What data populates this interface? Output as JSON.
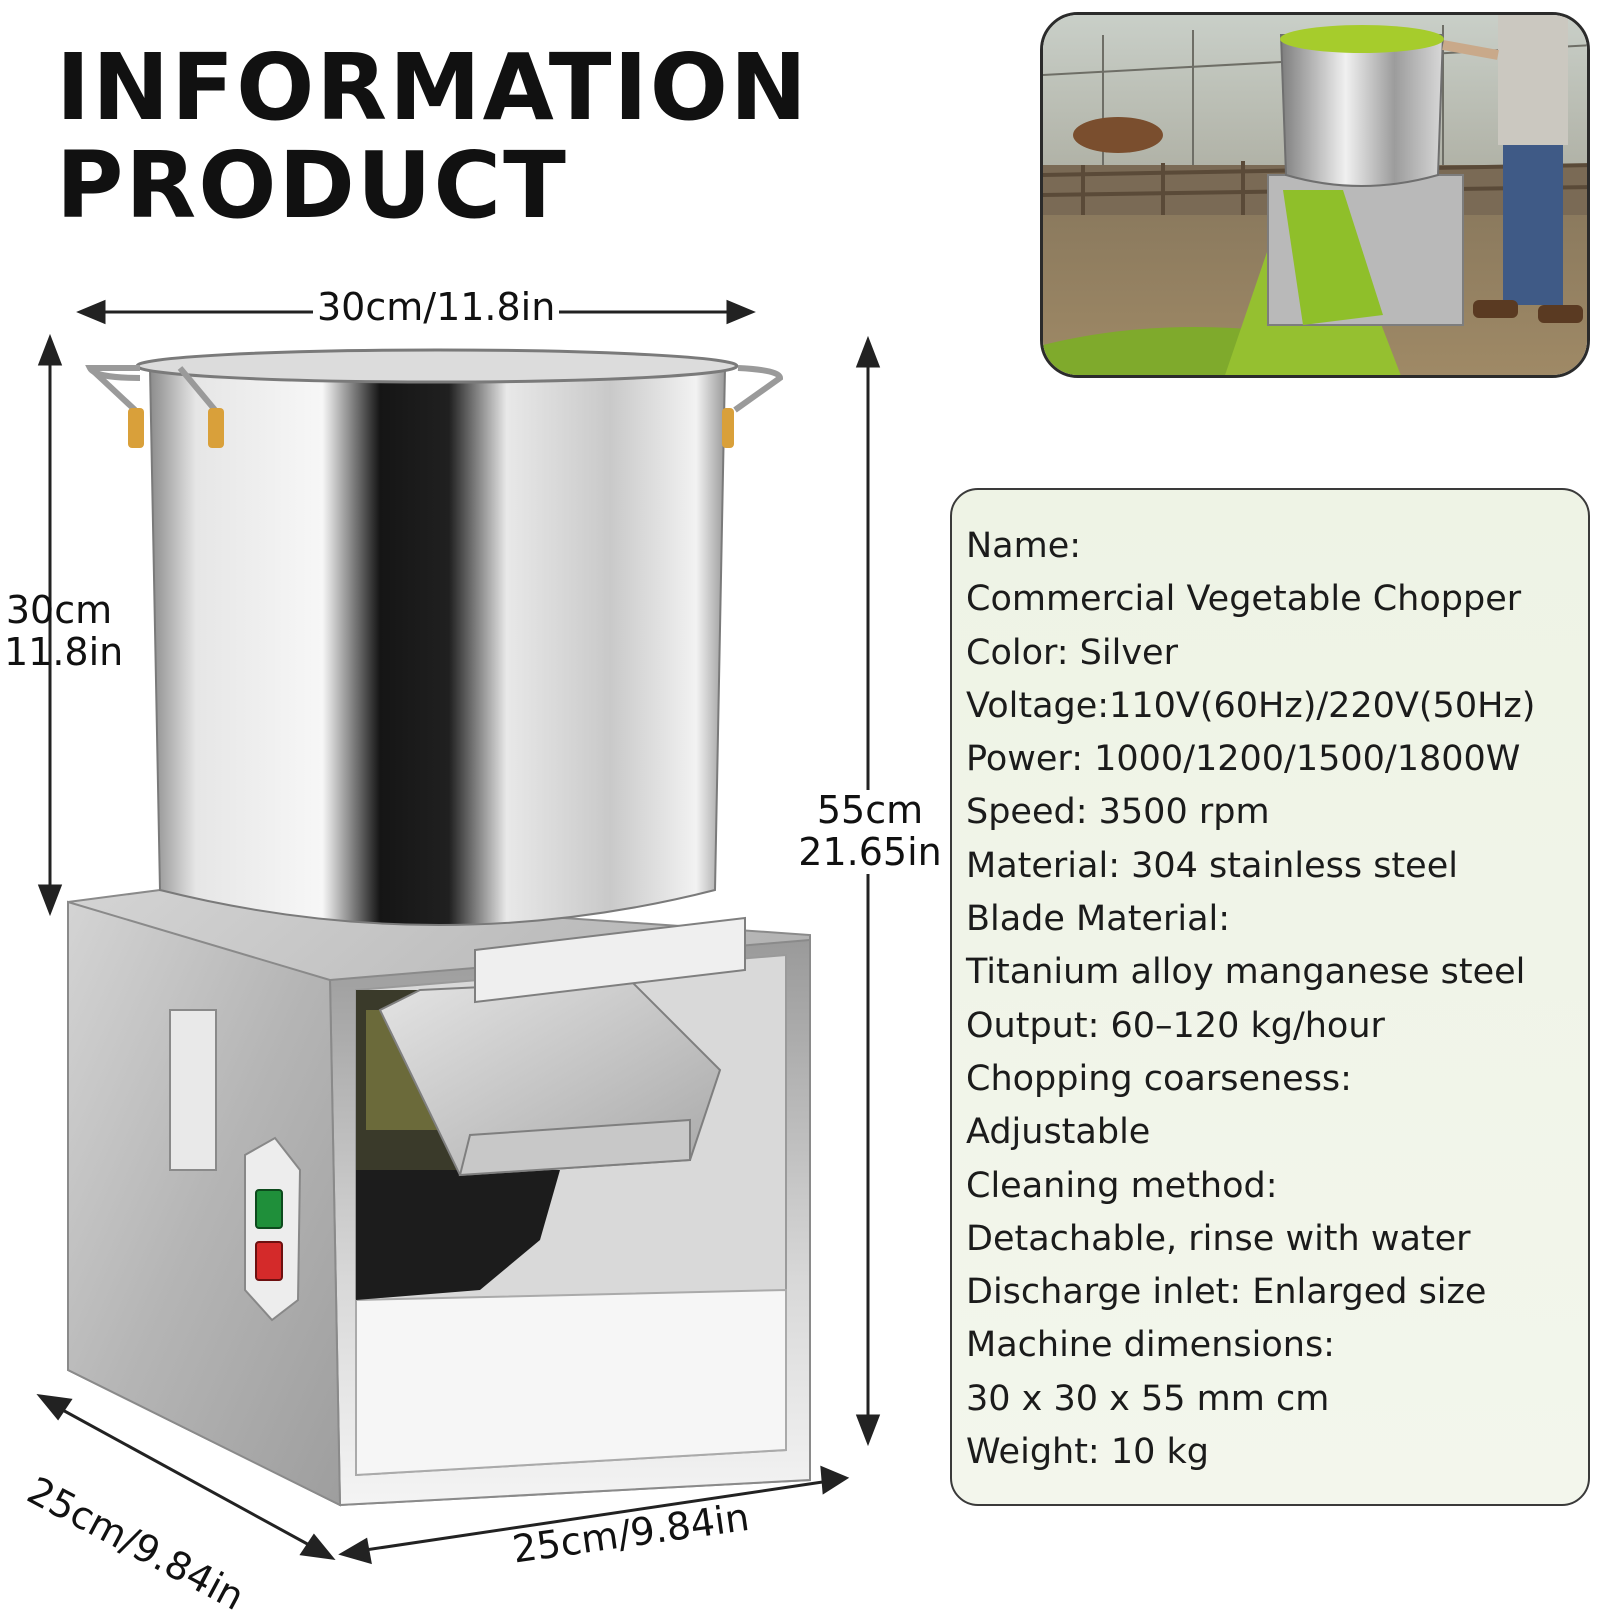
{
  "heading": {
    "line1": "INFORMATION",
    "line2": "PRODUCT"
  },
  "dimensions": {
    "top_width": "30cm/11.8in",
    "pot_height_cm": "30cm",
    "pot_height_in": "11.8in",
    "total_height_cm": "55cm",
    "total_height_in": "21.65in",
    "depth": "25cm/9.84in",
    "base_width": "25cm/9.84in"
  },
  "specs": [
    "Name:",
    "Commercial Vegetable Chopper",
    "Color: Silver",
    "Voltage:110V(60Hz)/220V(50Hz)",
    "Power: 1000/1200/1500/1800W",
    "Speed: 3500 rpm",
    "Material: 304 stainless steel",
    "Blade Material:",
    "Titanium alloy manganese steel",
    "Output: 60–120 kg/hour",
    "Chopping coarseness:",
    "Adjustable",
    "Cleaning method:",
    "Detachable, rinse with water",
    "Discharge inlet: Enlarged size",
    "Machine dimensions:",
    "30 x 30 x 55 mm cm",
    "Weight: 10 kg"
  ],
  "colors": {
    "panel_bg": "#eef3e5",
    "steel": "#bfbfbf",
    "vegetable_green": "#8fbf2a",
    "start_button": "#1f8f3a",
    "stop_button": "#d42a2a",
    "foot_caps": "#d9a03a"
  }
}
